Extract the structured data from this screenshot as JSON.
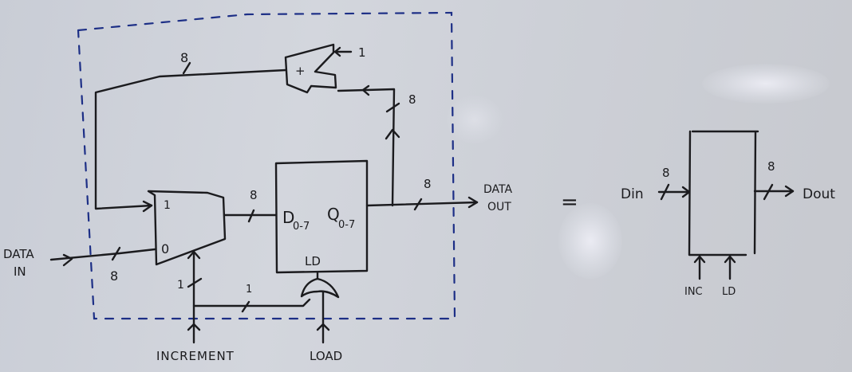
{
  "diagram": {
    "title": "8-bit register with increment and load (whiteboard sketch)",
    "colors": {
      "ink": "#1b1b1e",
      "boundary": "#1d2f86",
      "board": "#cfd2d9"
    },
    "adder": {
      "symbol": "+",
      "constant_input": "1",
      "bus_width_out": "8",
      "bus_width_in": "8"
    },
    "mux": {
      "input_1_label": "1",
      "input_0_label": "0",
      "select_width": "1",
      "output_width": "8"
    },
    "register": {
      "d_label": "D",
      "d_sub": "0-7",
      "q_label": "Q",
      "q_sub": "0-7",
      "ld_label": "LD"
    },
    "or_gate_input_width": "1",
    "signals": {
      "data_in": [
        "DATA",
        "IN"
      ],
      "data_in_width": "8",
      "data_out": [
        "DATA",
        "OUT"
      ],
      "data_out_width": "8",
      "increment": "INCREMENT",
      "load": "LOAD"
    },
    "equals": "=",
    "block": {
      "din": "Din",
      "din_width": "8",
      "dout": "Dout",
      "dout_width": "8",
      "inc": "INC",
      "ld": "LD"
    }
  }
}
